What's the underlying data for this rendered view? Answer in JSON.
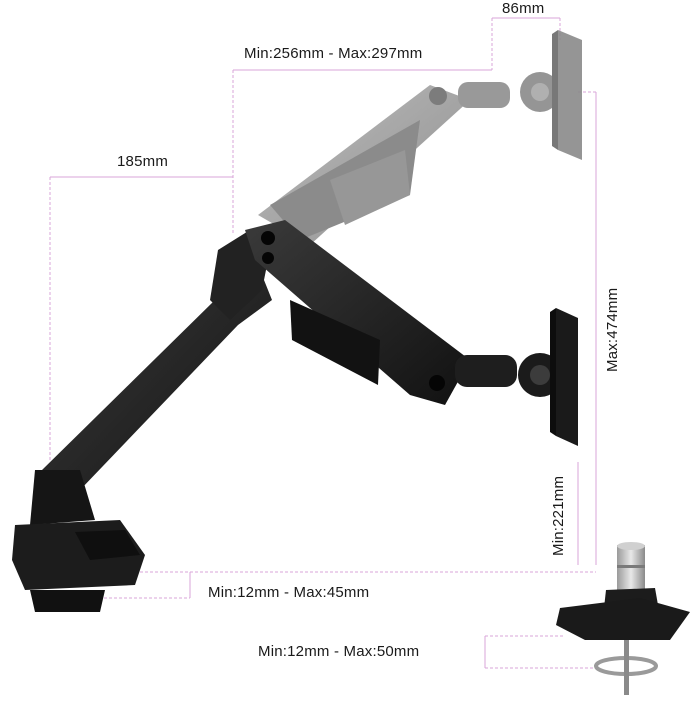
{
  "dimensions": {
    "monitor_depth": "86mm",
    "arm_reach": "Min:256mm - Max:297mm",
    "upper_arm": "185mm",
    "max_height": "Max:474mm",
    "min_height": "Min:221mm",
    "clamp_desk_thickness": "Min:12mm - Max:45mm",
    "grommet_desk_thickness": "Min:12mm - Max:50mm"
  },
  "colors": {
    "dimension_line": "#d9a6d9",
    "arm_dark": "#1b1b1b",
    "arm_ghost": "#9a9a9a",
    "text": "#1a1a1a"
  }
}
